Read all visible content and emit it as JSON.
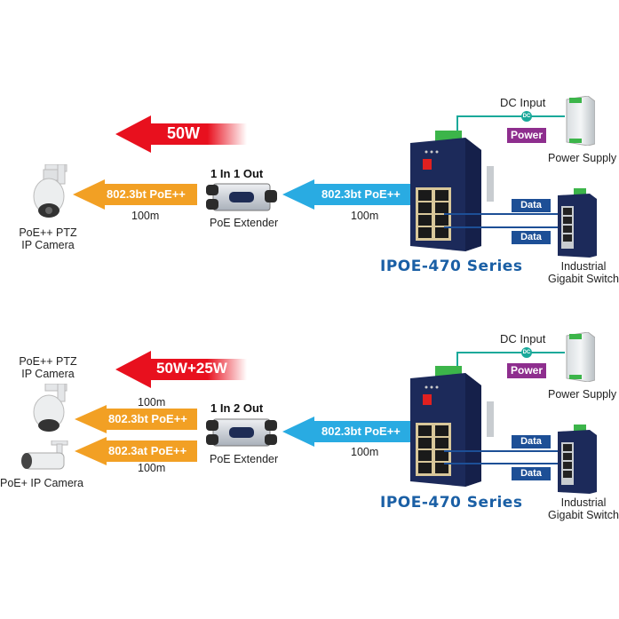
{
  "colors": {
    "power_arrow": "#e8101e",
    "poe_out_arrow": "#f2a024",
    "poe_in_arrow": "#29abe2",
    "series_text": "#1a5fa5",
    "data_tag": "#1d4f96",
    "power_tag": "#8e2e8e",
    "dc_line": "#1aa99a",
    "switch_body": "#1c2a5a"
  },
  "top": {
    "power_label": "50W",
    "extender_title": "1 In 1 Out",
    "extender_label": "PoE Extender",
    "camera_label_line1": "PoE++ PTZ",
    "camera_label_line2": "IP Camera",
    "out_arrow_label": "802.3bt PoE++",
    "out_distance": "100m",
    "in_arrow_label": "802.3bt PoE++",
    "in_distance": "100m",
    "dc_input": "DC Input",
    "dc_badge": "DC",
    "power_tag": "Power",
    "power_supply": "Power Supply",
    "data_tag_1": "Data",
    "data_tag_2": "Data",
    "series": "IPOE-470 Series",
    "switch_line1": "Industrial",
    "switch_line2": "Gigabit Switch"
  },
  "bottom": {
    "power_label": "50W+25W",
    "extender_title": "1 In 2 Out",
    "extender_label": "PoE Extender",
    "camera1_label_line1": "PoE++ PTZ",
    "camera1_label_line2": "IP Camera",
    "camera2_label": "PoE+ IP Camera",
    "out1_arrow_label": "802.3bt PoE++",
    "out1_distance": "100m",
    "out2_arrow_label": "802.3at PoE++",
    "out2_distance": "100m",
    "in_arrow_label": "802.3bt PoE++",
    "in_distance": "100m",
    "dc_input": "DC Input",
    "dc_badge": "DC",
    "power_tag": "Power",
    "power_supply": "Power Supply",
    "data_tag_1": "Data",
    "data_tag_2": "Data",
    "series": "IPOE-470 Series",
    "switch_line1": "Industrial",
    "switch_line2": "Gigabit Switch"
  }
}
